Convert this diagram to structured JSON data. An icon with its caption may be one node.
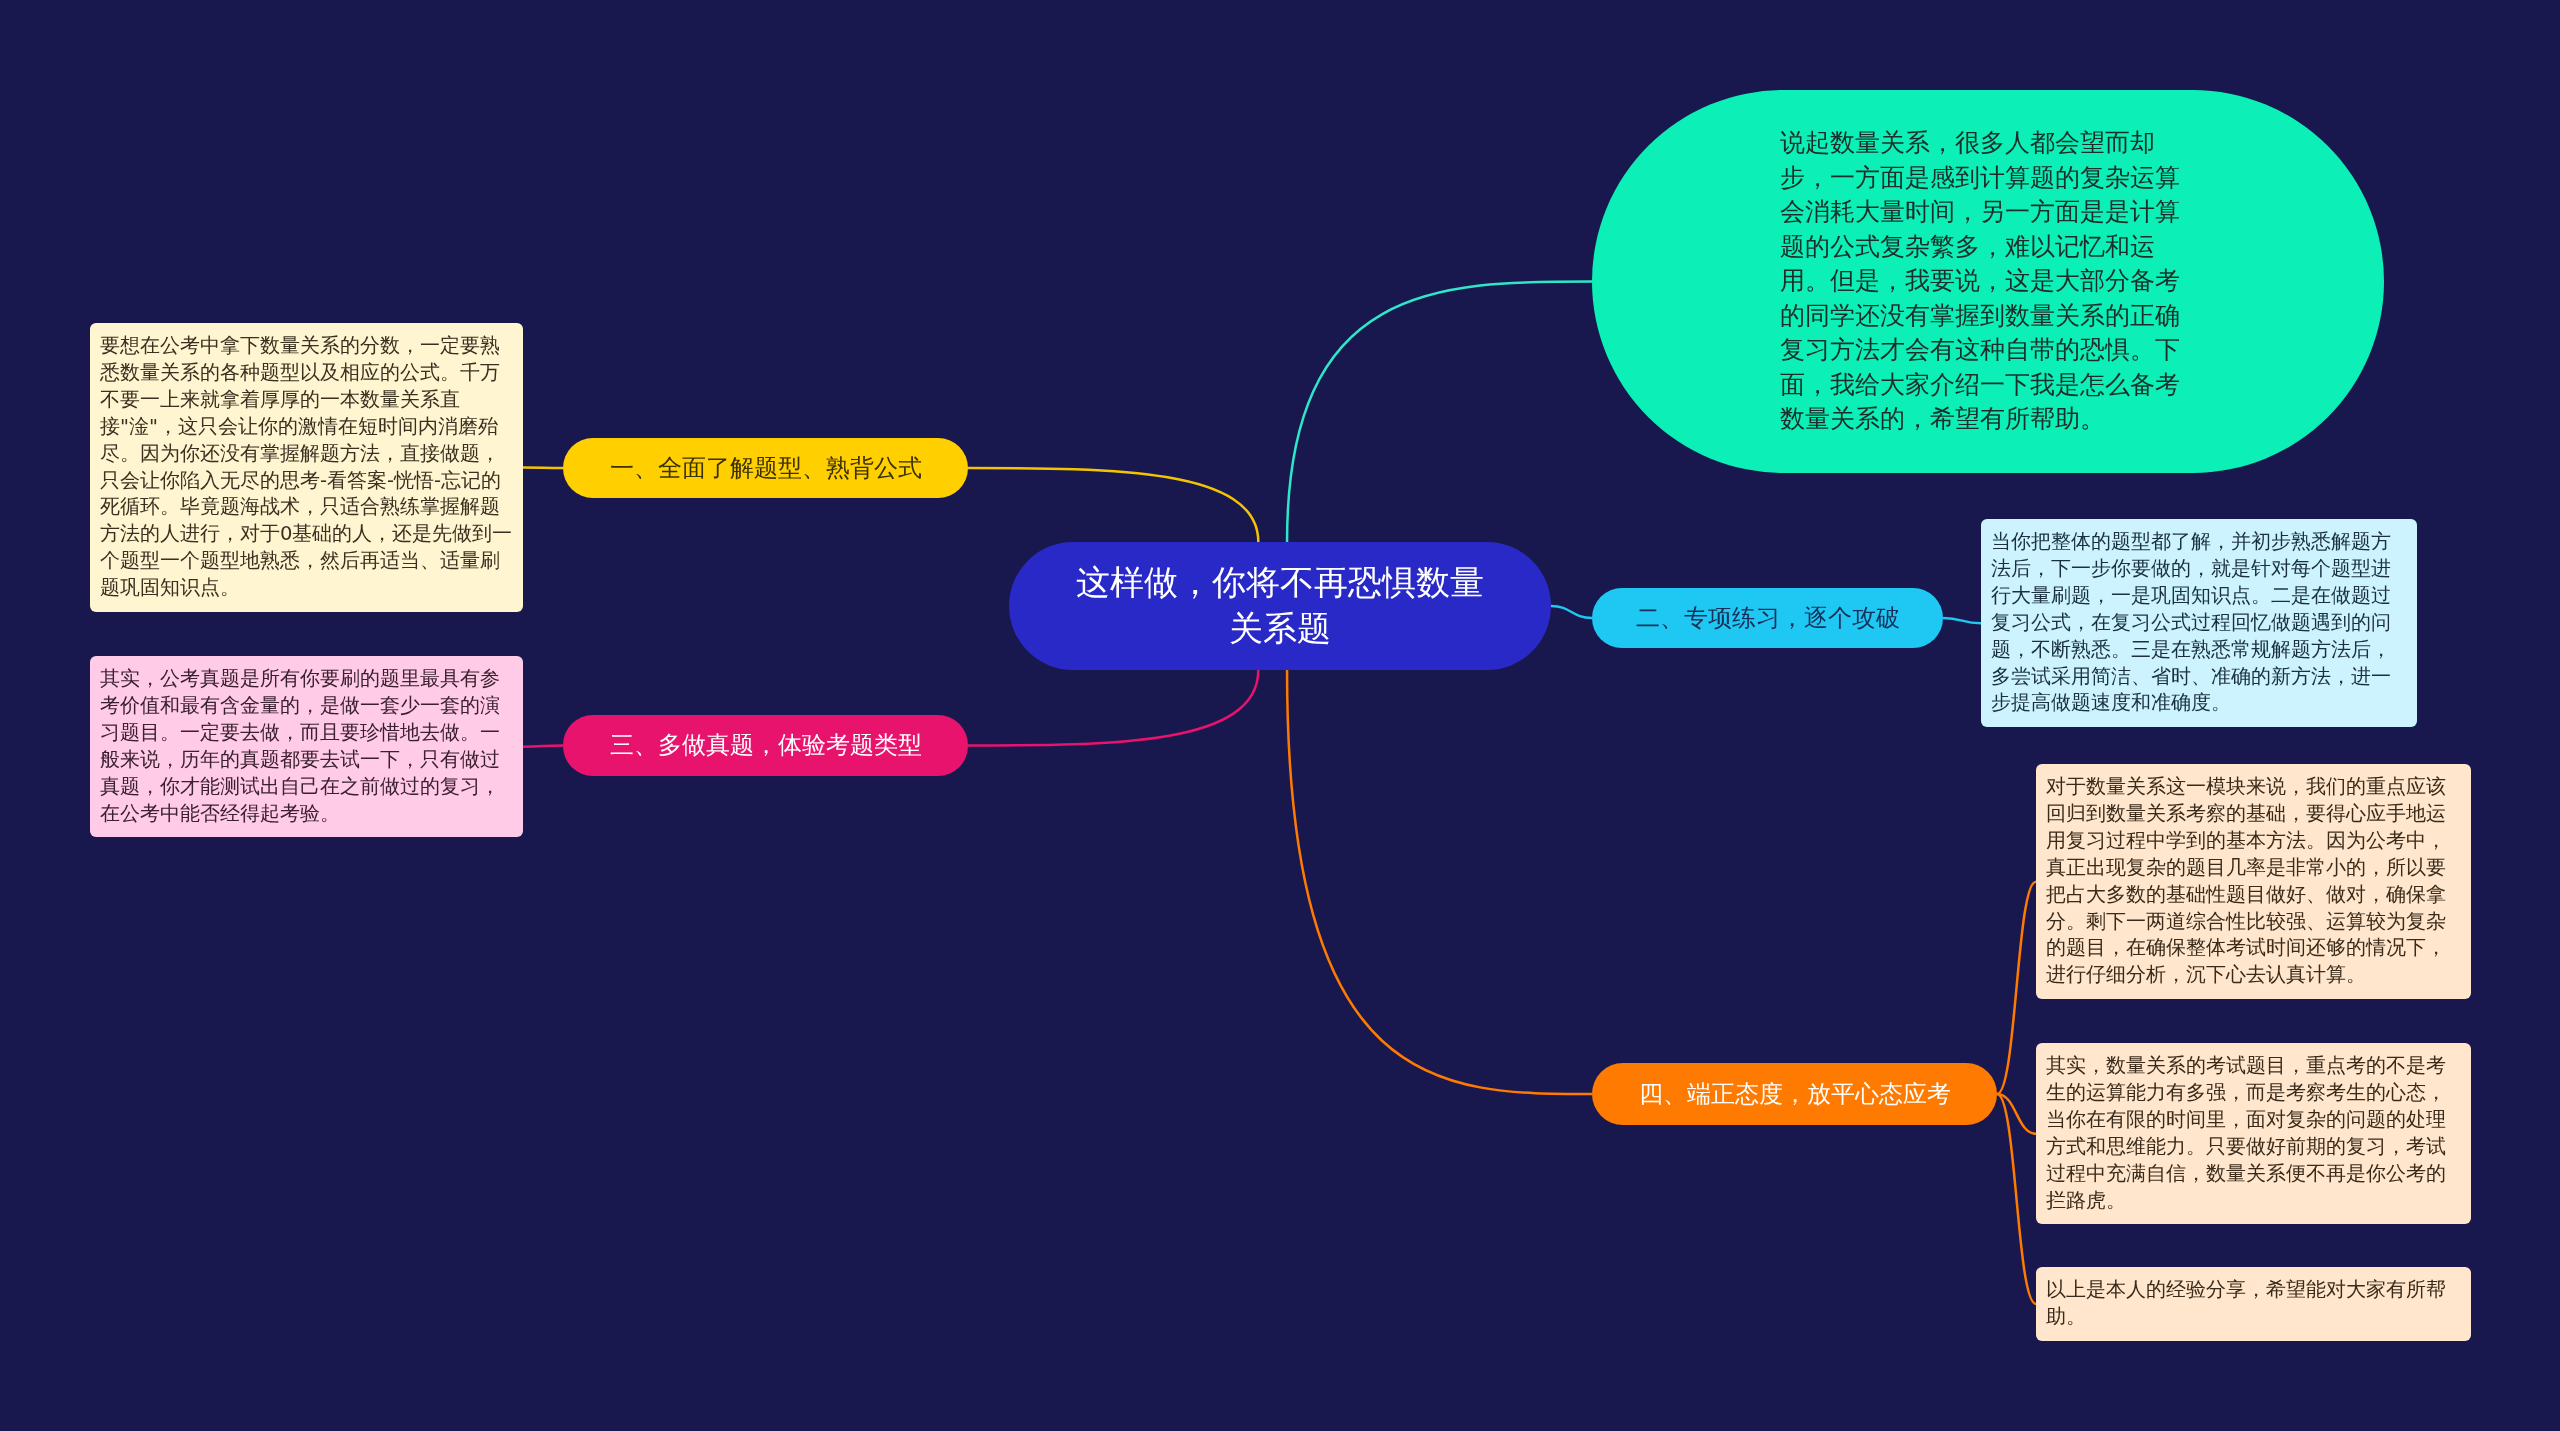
{
  "diagram": {
    "nodes": [
      {
        "text": [
          "这样做，你将不再恐惧数量关系题"
        ]
      },
      {
        "text": [
          "说起数量关系，很多人都会望而却步，一方面是感到计算题的复杂运算会消耗大量时间，另一方面是是计算题的公式复杂繁多，难以记忆和运用。但是，我要说，这是大部分备考的同学还没有掌握到数量关系的正确复习方法才会有这种自带的恐惧。下面，我给大家介绍一下我是怎么备考数量关系的，希望有所帮助。"
        ]
      },
      {
        "text": [
          "一、全面了解题型、熟背公式"
        ]
      },
      {
        "text": [
          "要想在公考中拿下数量关系的分数，一定要熟悉数量关系的各种题型以及相应的公式。千万不要一上来就拿着厚厚的一本数量关系直接\"淦\"，这只会让你的激情在短时间内消磨殆尽。因为你还没有掌握解题方法，直接做题，只会让你陷入无尽的思考-看答案-恍悟-忘记的死循环。毕竟题海战术，只适合熟练掌握解题方法的人进行，对于0基础的人，还是先做到一个题型一个题型地熟悉，然后再适当、适量刷题巩固知识点。"
        ]
      },
      {
        "text": [
          "二、专项练习，逐个攻破"
        ]
      },
      {
        "text": [
          "当你把整体的题型都了解，并初步熟悉解题方法后，下一步你要做的，就是针对每个题型进行大量刷题，一是巩固知识点。二是在做题过复习公式，在复习公式过程回忆做题遇到的问题，不断熟悉。三是在熟悉常规解题方法后，多尝试采用简洁、省时、准确的新方法，进一步提高做题速度和准确度。"
        ]
      },
      {
        "text": [
          "三、多做真题，体验考题类型"
        ]
      },
      {
        "text": [
          "其实，公考真题是所有你要刷的题里最具有参考价值和最有含金量的，是做一套少一套的演习题目。一定要去做，而且要珍惜地去做。一般来说，历年的真题都要去试一下，只有做过真题，你才能测试出自己在之前做过的复习，在公考中能否经得起考验。"
        ]
      },
      {
        "text": [
          "四、端正态度，放平心态应考"
        ]
      },
      {
        "text": [
          "对于数量关系这一模块来说，我们的重点应该回归到数量关系考察的基础，要得心应手地运用复习过程中学到的基本方法。因为公考中，真正出现复杂的题目几率是非常小的，所以要把占大多数的基础性题目做好、做对，确保拿分。剩下一两道综合性比较强、运算较为复杂的题目，在确保整体考试时间还够的情况下，进行仔细分析，沉下心去认真计算。"
        ]
      },
      {
        "text": [
          "其实，数量关系的考试题目，重点考的不是考生的运算能力有多强，而是考察考生的心态，当你在有限的时间里，面对复杂的问题的处理方式和思维能力。只要做好前期的复习，考试过程中充满自信，数量关系便不再是你公考的拦路虎。"
        ]
      },
      {
        "text": [
          "以上是本人的经验分享，希望能对大家有所帮助。"
        ]
      }
    ],
    "edges": [
      {
        "from": 0,
        "to": 1,
        "arrow": "none",
        "color": "#2ee6c8"
      },
      {
        "from": 0,
        "to": 2,
        "arrow": "none",
        "color": "#f5c400"
      },
      {
        "from": 2,
        "to": 3,
        "arrow": "none",
        "color": "#f5c400"
      },
      {
        "from": 0,
        "to": 4,
        "arrow": "none",
        "color": "#1ec8f0"
      },
      {
        "from": 4,
        "to": 5,
        "arrow": "none",
        "color": "#1ec8f0"
      },
      {
        "from": 0,
        "to": 6,
        "arrow": "none",
        "color": "#e8136c"
      },
      {
        "from": 6,
        "to": 7,
        "arrow": "none",
        "color": "#e8136c"
      },
      {
        "from": 0,
        "to": 8,
        "arrow": "none",
        "color": "#ff7a00"
      },
      {
        "from": 8,
        "to": 9,
        "arrow": "none",
        "color": "#ff7a00"
      },
      {
        "from": 8,
        "to": 10,
        "arrow": "none",
        "color": "#ff7a00"
      },
      {
        "from": 8,
        "to": 11,
        "arrow": "none",
        "color": "#ff7a00"
      }
    ]
  }
}
